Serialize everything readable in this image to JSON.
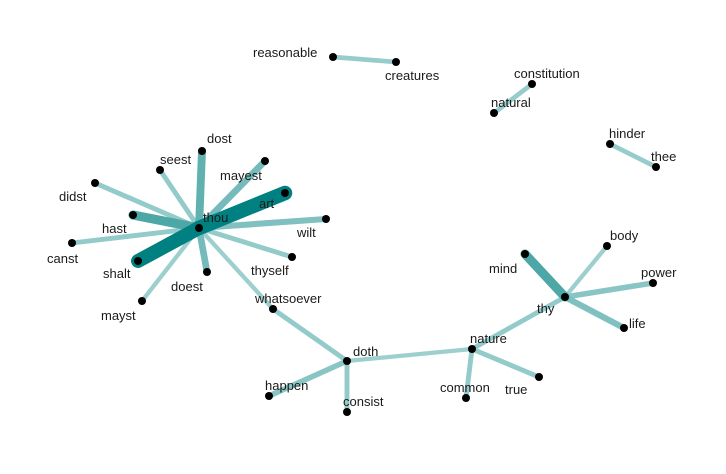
{
  "graph": {
    "edge_color": "#008080",
    "node_color": "#000000",
    "label_color": "#1a1a1a",
    "nodes": [
      {
        "id": "reasonable",
        "label": "reasonable"
      },
      {
        "id": "creatures",
        "label": "creatures"
      },
      {
        "id": "constitution",
        "label": "constitution"
      },
      {
        "id": "natural",
        "label": "natural"
      },
      {
        "id": "hinder",
        "label": "hinder"
      },
      {
        "id": "thee",
        "label": "thee"
      },
      {
        "id": "dost",
        "label": "dost"
      },
      {
        "id": "seest",
        "label": "seest"
      },
      {
        "id": "mayest",
        "label": "mayest"
      },
      {
        "id": "didst",
        "label": "didst"
      },
      {
        "id": "art",
        "label": "art"
      },
      {
        "id": "thou",
        "label": "thou"
      },
      {
        "id": "hast",
        "label": "hast"
      },
      {
        "id": "wilt",
        "label": "wilt"
      },
      {
        "id": "canst",
        "label": "canst"
      },
      {
        "id": "shalt",
        "label": "shalt"
      },
      {
        "id": "thyself",
        "label": "thyself"
      },
      {
        "id": "doest",
        "label": "doest"
      },
      {
        "id": "mayst",
        "label": "mayst"
      },
      {
        "id": "whatsoever",
        "label": "whatsoever"
      },
      {
        "id": "body",
        "label": "body"
      },
      {
        "id": "mind",
        "label": "mind"
      },
      {
        "id": "power",
        "label": "power"
      },
      {
        "id": "thy",
        "label": "thy"
      },
      {
        "id": "life",
        "label": "life"
      },
      {
        "id": "nature",
        "label": "nature"
      },
      {
        "id": "doth",
        "label": "doth"
      },
      {
        "id": "happen",
        "label": "happen"
      },
      {
        "id": "true",
        "label": "true"
      },
      {
        "id": "common",
        "label": "common"
      },
      {
        "id": "consist",
        "label": "consist"
      }
    ],
    "edges": [
      {
        "source": "reasonable",
        "target": "creatures",
        "weight": 0.18
      },
      {
        "source": "constitution",
        "target": "natural",
        "weight": 0.18
      },
      {
        "source": "hinder",
        "target": "thee",
        "weight": 0.18
      },
      {
        "source": "thou",
        "target": "art",
        "weight": 1.0
      },
      {
        "source": "thou",
        "target": "shalt",
        "weight": 0.95
      },
      {
        "source": "thou",
        "target": "hast",
        "weight": 0.55
      },
      {
        "source": "thou",
        "target": "dost",
        "weight": 0.45
      },
      {
        "source": "thou",
        "target": "mayest",
        "weight": 0.35
      },
      {
        "source": "thou",
        "target": "doest",
        "weight": 0.35
      },
      {
        "source": "thou",
        "target": "wilt",
        "weight": 0.3
      },
      {
        "source": "thou",
        "target": "seest",
        "weight": 0.2
      },
      {
        "source": "thou",
        "target": "didst",
        "weight": 0.2
      },
      {
        "source": "thou",
        "target": "canst",
        "weight": 0.2
      },
      {
        "source": "thou",
        "target": "thyself",
        "weight": 0.2
      },
      {
        "source": "thou",
        "target": "mayst",
        "weight": 0.15
      },
      {
        "source": "thou",
        "target": "whatsoever",
        "weight": 0.15
      },
      {
        "source": "whatsoever",
        "target": "doth",
        "weight": 0.2
      },
      {
        "source": "doth",
        "target": "happen",
        "weight": 0.25
      },
      {
        "source": "doth",
        "target": "consist",
        "weight": 0.2
      },
      {
        "source": "doth",
        "target": "nature",
        "weight": 0.15
      },
      {
        "source": "nature",
        "target": "thy",
        "weight": 0.2
      },
      {
        "source": "nature",
        "target": "common",
        "weight": 0.2
      },
      {
        "source": "nature",
        "target": "true",
        "weight": 0.2
      },
      {
        "source": "thy",
        "target": "mind",
        "weight": 0.55
      },
      {
        "source": "thy",
        "target": "power",
        "weight": 0.25
      },
      {
        "source": "thy",
        "target": "life",
        "weight": 0.3
      },
      {
        "source": "thy",
        "target": "body",
        "weight": 0.15
      }
    ]
  }
}
